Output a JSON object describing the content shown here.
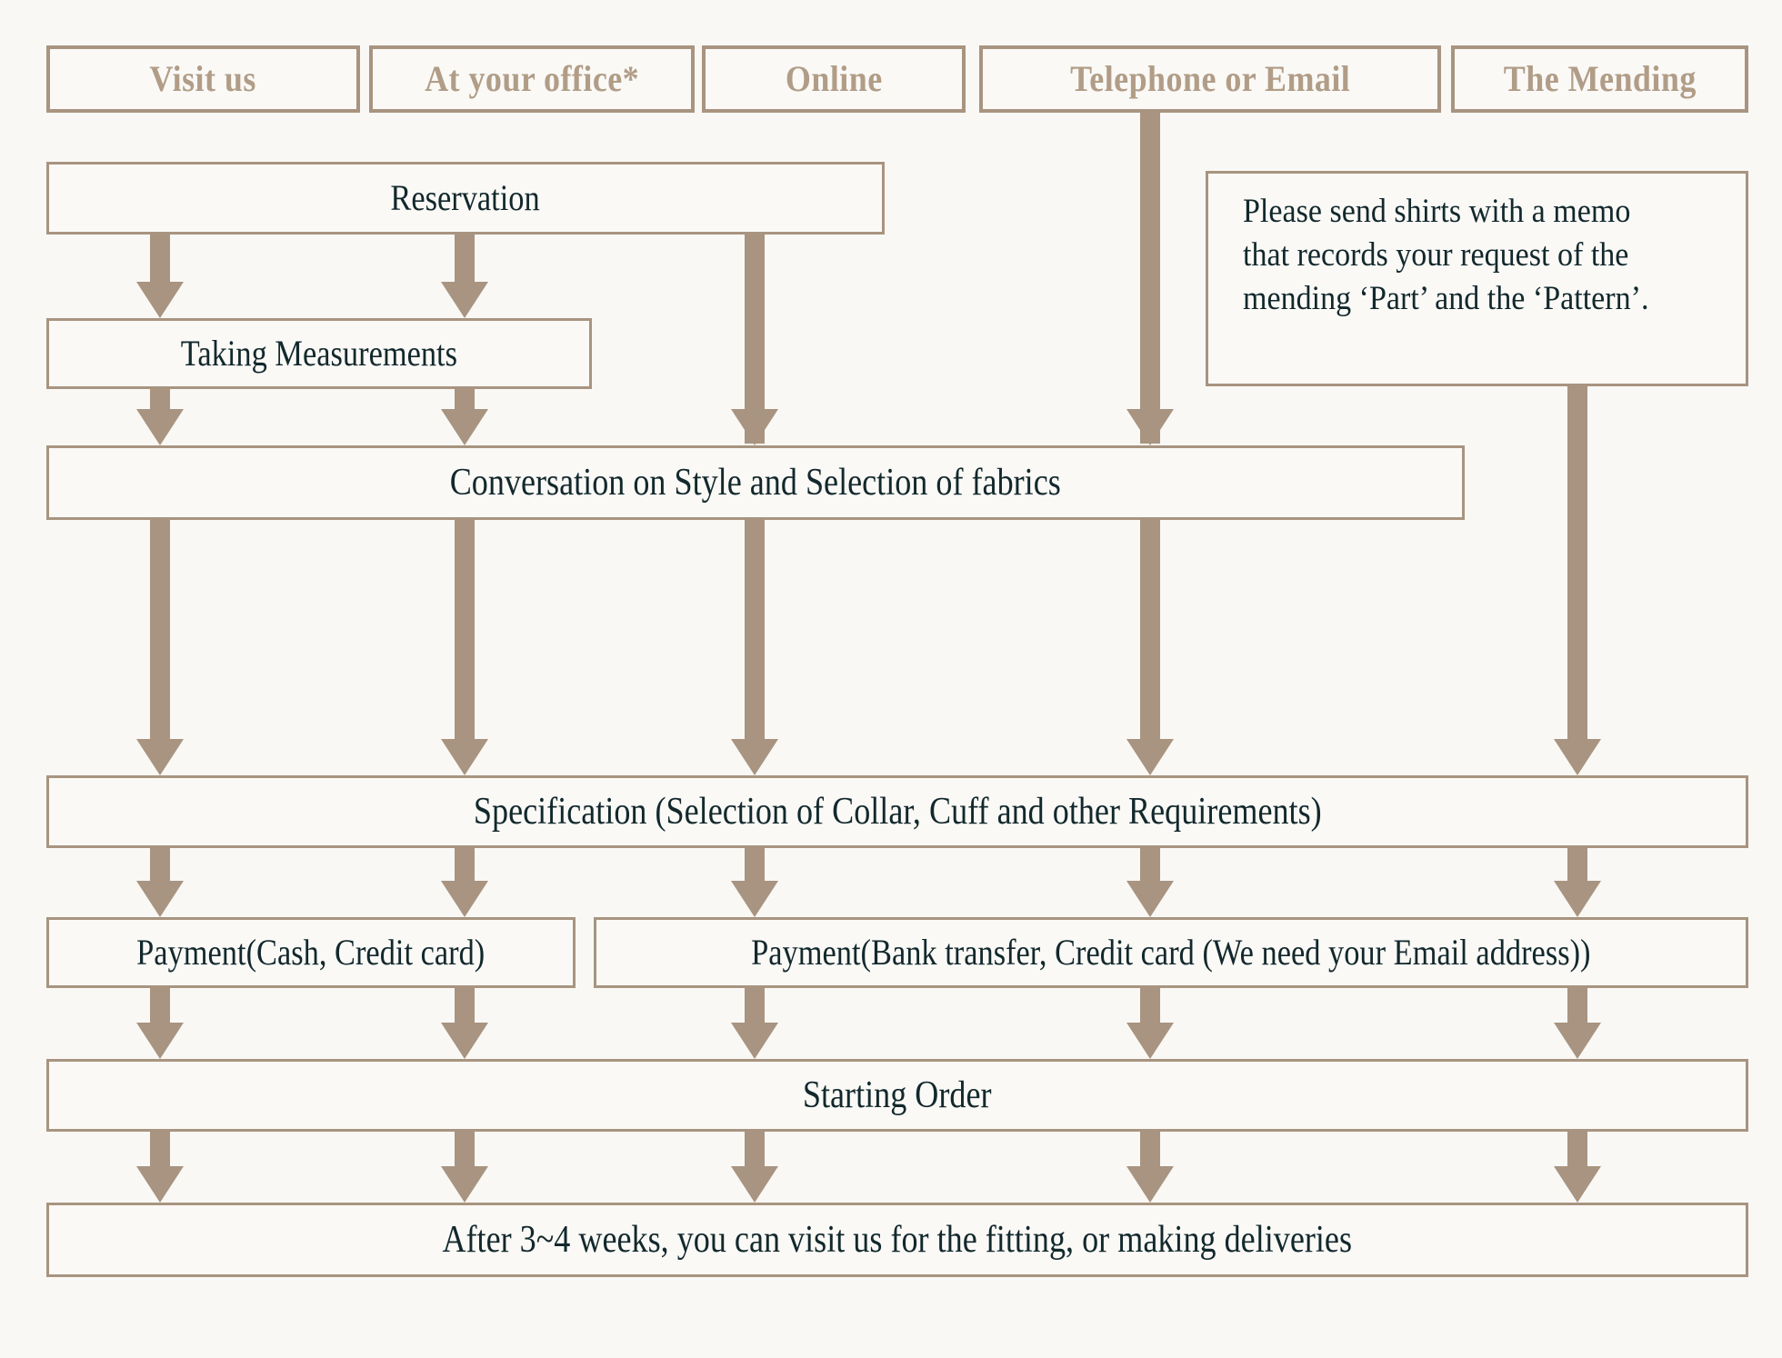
{
  "diagram": {
    "title_colors": {
      "background": "#f9f8f5",
      "line": "#a89480",
      "header_text": "#b19d87",
      "body_text": "#12282c"
    },
    "channels": [
      {
        "id": "visit-us",
        "label": "Visit us"
      },
      {
        "id": "at-your-office",
        "label": "At your office*"
      },
      {
        "id": "online",
        "label": "Online"
      },
      {
        "id": "telephone-or-email",
        "label": "Telephone or Email"
      },
      {
        "id": "the-mending",
        "label": "The Mending"
      }
    ],
    "steps": {
      "reservation": "Reservation",
      "taking_measurements": "Taking Measurements",
      "conversation": "Conversation on Style and Selection of fabrics",
      "specification": "Specification (Selection of Collar, Cuff and other Requirements)",
      "payment_left": "Payment(Cash, Credit card)",
      "payment_right": "Payment(Bank transfer, Credit card (We need your Email address))",
      "starting_order": "Starting Order",
      "delivery": "After 3~4 weeks, you can visit us for the fitting, or making deliveries"
    },
    "memo": {
      "text": "Please send shirts with a memo that records your request of the mending ‘Part’ and the ‘Pattern’."
    }
  }
}
